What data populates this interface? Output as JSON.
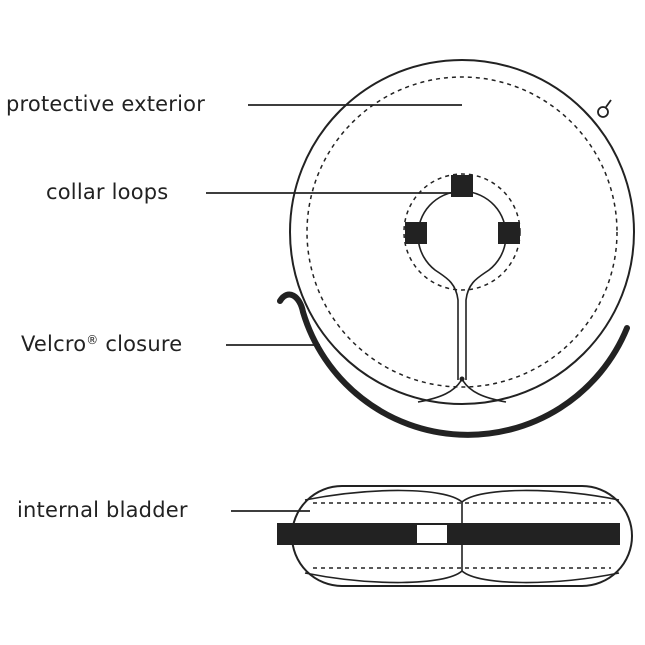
{
  "labels": {
    "protective_exterior": "protective exterior",
    "collar_loops": "collar loops",
    "velcro_closure_prefix": "Velcro",
    "velcro_registered_mark": "®",
    "velcro_closure_suffix": " closure",
    "internal_bladder": "internal bladder"
  },
  "colors": {
    "line": "#222222",
    "background": "#ffffff"
  }
}
